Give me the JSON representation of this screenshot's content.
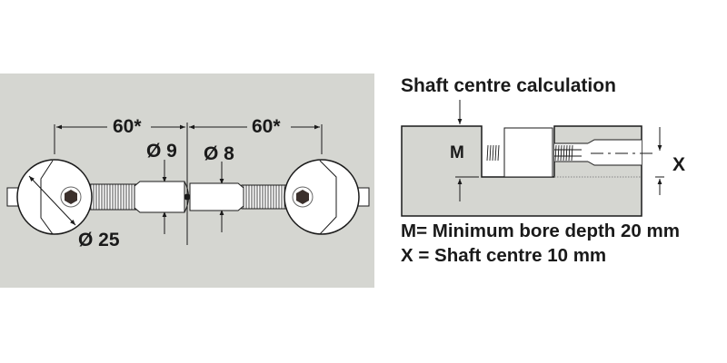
{
  "left_diagram": {
    "dim_left": "60*",
    "dim_right": "60*",
    "dia_shaft_left": "Ø 9",
    "dia_shaft_right": "Ø 8",
    "dia_head": "Ø 25",
    "background_color": "#d5d6d1"
  },
  "right_diagram": {
    "title": "Shaft centre calculation",
    "label_m": "M",
    "label_x": "X",
    "legend": [
      "M= Minimum bore depth 20 mm",
      "X = Shaft centre 10 mm"
    ],
    "block_color": "#d5d6d1"
  }
}
